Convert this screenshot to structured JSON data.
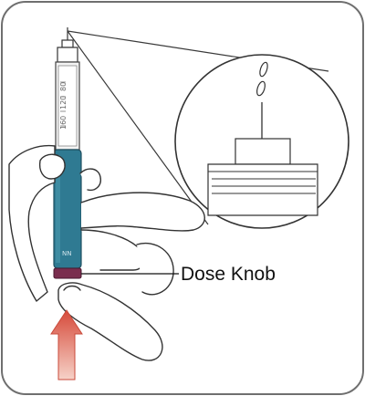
{
  "labels": {
    "dose_knob": "Dose Knob",
    "pen_mark": "NN"
  },
  "scale_marks": [
    "80",
    "120",
    "160"
  ],
  "colors": {
    "frame": "#6f6f6f",
    "line": "#3a3a3a",
    "pen_body": "#2f7a92",
    "dose_knob": "#7a2d4e",
    "arrow_top": "#d64a3a",
    "arrow_bottom": "#f3c4b8"
  },
  "icons": {
    "arrow": "up-arrow-icon",
    "zoom": "magnifier-circle"
  }
}
